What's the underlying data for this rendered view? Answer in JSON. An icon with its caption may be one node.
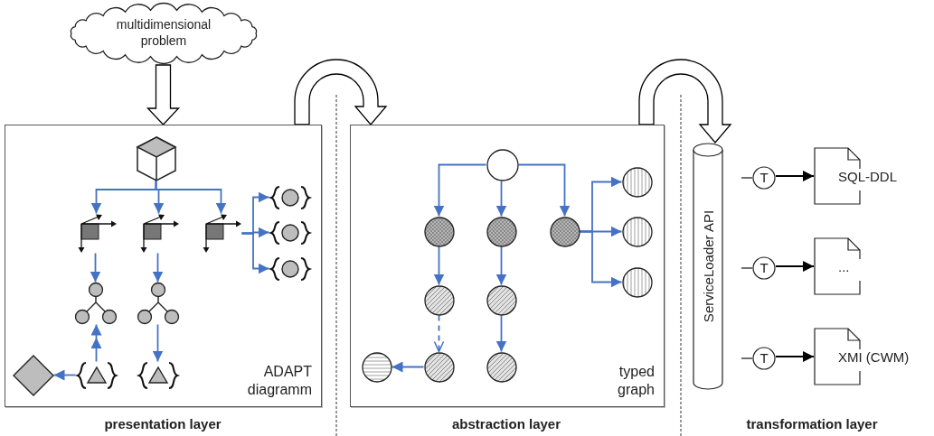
{
  "diagram": {
    "nodes": [
      {
        "text": [
          "multidimensional problem"
        ]
      },
      {
        "text": [
          "ADAPT diagramm"
        ],
        "beside": [
          "presentation layer"
        ]
      },
      {
        "text": [],
        "shape": "cube",
        "in": 1
      },
      {
        "text": [],
        "shape": "axes",
        "in": 1
      },
      {
        "text": [],
        "shape": "axes",
        "in": 1
      },
      {
        "text": [],
        "shape": "axes",
        "in": 1
      },
      {
        "text": [],
        "shape": "braces",
        "in": 1
      },
      {
        "text": [],
        "shape": "braces",
        "in": 1
      },
      {
        "text": [],
        "shape": "braces",
        "in": 1
      },
      {
        "text": [],
        "shape": "tree",
        "in": 1
      },
      {
        "text": [],
        "shape": "tree",
        "in": 1
      },
      {
        "text": [],
        "shape": "diamond",
        "in": 1
      },
      {
        "text": [],
        "shape": "braces",
        "in": 1
      },
      {
        "text": [],
        "shape": "braces",
        "in": 1
      },
      {
        "text": [
          "typed graph"
        ],
        "beside": [
          "abstraction layer"
        ]
      },
      {
        "text": [],
        "shape": "circle",
        "in": 14
      },
      {
        "text": [],
        "shape": "circle",
        "in": 14
      },
      {
        "text": [],
        "shape": "circle",
        "in": 14
      },
      {
        "text": [],
        "shape": "circle",
        "in": 14
      },
      {
        "text": [],
        "shape": "circle",
        "in": 14
      },
      {
        "text": [],
        "shape": "circle",
        "in": 14
      },
      {
        "text": [],
        "shape": "circle",
        "in": 14
      },
      {
        "text": [],
        "shape": "circle",
        "in": 14
      },
      {
        "text": [],
        "shape": "circle",
        "in": 14
      },
      {
        "text": [],
        "shape": "circle",
        "in": 14
      },
      {
        "text": [],
        "shape": "circle",
        "in": 14
      },
      {
        "text": [],
        "shape": "circle",
        "in": 14
      },
      {
        "text": [
          "ServiceLoader API"
        ]
      },
      {
        "text": [
          "T"
        ]
      },
      {
        "text": [
          "SQL-DDL"
        ]
      },
      {
        "text": [
          "T"
        ]
      },
      {
        "text": [
          "..."
        ]
      },
      {
        "text": [
          "T"
        ]
      },
      {
        "text": [
          "XMI (CWM)"
        ]
      }
    ],
    "edges": [
      {
        "from": 0,
        "to": 1,
        "arrow": "to",
        "style": "thick",
        "color": "#000000"
      },
      {
        "from": 1,
        "to": 14,
        "arrow": "to",
        "style": "thick",
        "color": "#000000"
      },
      {
        "from": 14,
        "to": 27,
        "arrow": "to",
        "style": "thick",
        "color": "#000000"
      },
      {
        "from": 2,
        "to": 3,
        "arrow": "to"
      },
      {
        "from": 2,
        "to": 4,
        "arrow": "to"
      },
      {
        "from": 2,
        "to": 5,
        "arrow": "to"
      },
      {
        "from": 5,
        "to": 6,
        "arrow": "to"
      },
      {
        "from": 5,
        "to": 7,
        "arrow": "to"
      },
      {
        "from": 5,
        "to": 8,
        "arrow": "to"
      },
      {
        "from": 3,
        "to": 9,
        "arrow": "to"
      },
      {
        "from": 4,
        "to": 10,
        "arrow": "to"
      },
      {
        "from": 12,
        "to": 9,
        "arrow": "to"
      },
      {
        "from": 10,
        "to": 13,
        "arrow": "to"
      },
      {
        "from": 12,
        "to": 11,
        "arrow": "to"
      },
      {
        "from": 15,
        "to": 16,
        "arrow": "to"
      },
      {
        "from": 15,
        "to": 17,
        "arrow": "to"
      },
      {
        "from": 15,
        "to": 18,
        "arrow": "to"
      },
      {
        "from": 18,
        "to": 19,
        "arrow": "to"
      },
      {
        "from": 18,
        "to": 20,
        "arrow": "to"
      },
      {
        "from": 18,
        "to": 21,
        "arrow": "to"
      },
      {
        "from": 16,
        "to": 22,
        "arrow": "to"
      },
      {
        "from": 17,
        "to": 23,
        "arrow": "to"
      },
      {
        "from": 22,
        "to": 25,
        "arrow": "to",
        "style": "dashed"
      },
      {
        "from": 23,
        "to": 26,
        "arrow": "to"
      },
      {
        "from": 25,
        "to": 24,
        "arrow": "to"
      },
      {
        "from": 28,
        "to": 29,
        "arrow": "to",
        "color": "#000000"
      },
      {
        "from": 30,
        "to": 31,
        "arrow": "to",
        "color": "#000000"
      },
      {
        "from": 32,
        "to": 33,
        "arrow": "to",
        "color": "#000000"
      }
    ],
    "labels": [
      "transformation layer"
    ]
  }
}
